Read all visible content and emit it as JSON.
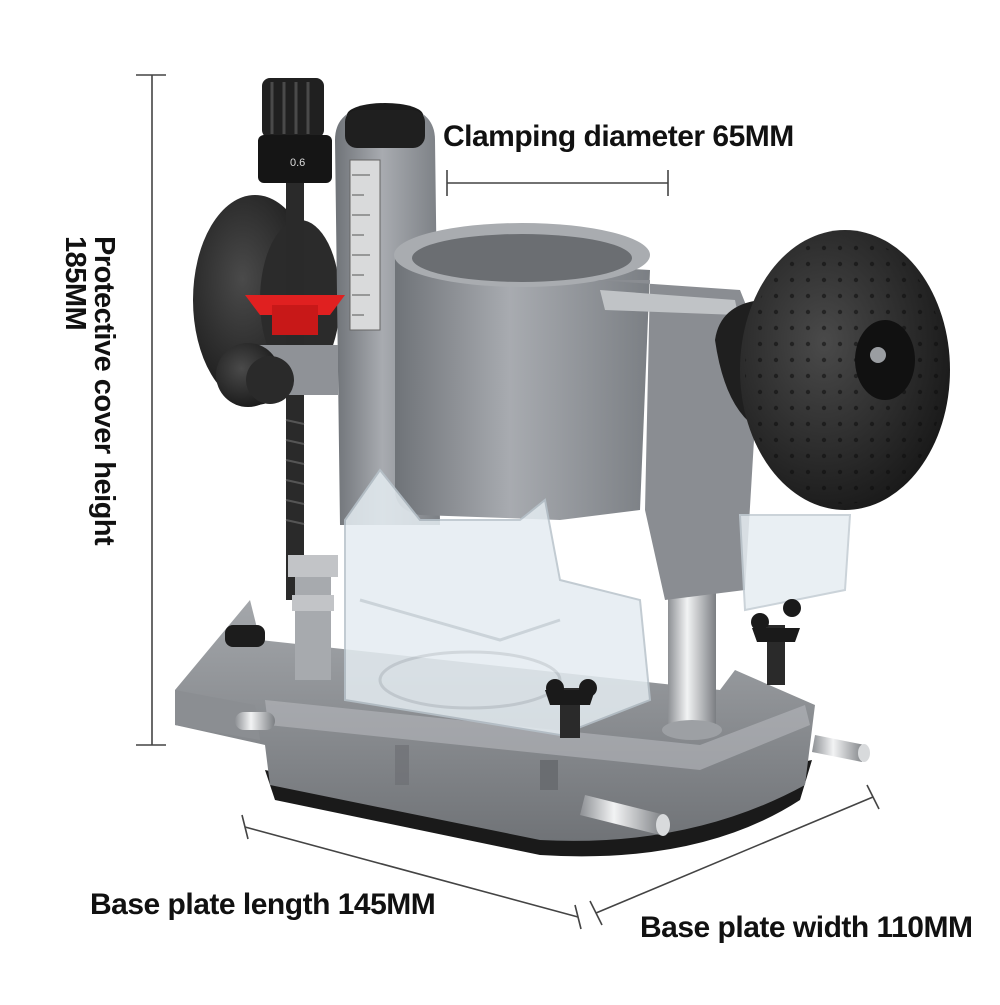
{
  "labels": {
    "clamping": "Clamping diameter 65MM",
    "height_line1": "Protective cover height",
    "height_line2": "185MM",
    "length": "Base plate length 145MM",
    "width": "Base plate width 110MM"
  },
  "colors": {
    "body_gray": "#8e9196",
    "dark_gray": "#5e6166",
    "knob_black": "#262626",
    "accent_red": "#e02020",
    "chrome": "#c8cacd",
    "clear_plastic": "#dfe8ee"
  }
}
